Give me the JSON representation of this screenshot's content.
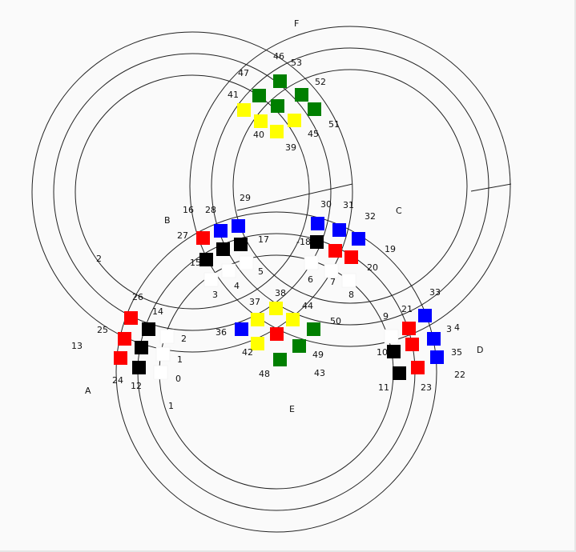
{
  "colors": {
    "red": "#ff0000",
    "blue": "#0000ff",
    "black": "#000000",
    "white": "#ffffff",
    "yellow": "#ffff00",
    "green": "#007f00"
  },
  "regions": [
    {
      "id": "F",
      "text": "F"
    },
    {
      "id": "B",
      "text": "B"
    },
    {
      "id": "C",
      "text": "C"
    },
    {
      "id": "A",
      "text": "A"
    },
    {
      "id": "D",
      "text": "D"
    },
    {
      "id": "E",
      "text": "E"
    }
  ],
  "labels": [
    "46",
    "53",
    "47",
    "52",
    "41",
    "51",
    "40",
    "45",
    "39",
    "29",
    "30",
    "31",
    "32",
    "16",
    "28",
    "27",
    "17",
    "-18",
    "15",
    "19",
    "20",
    "5",
    "6",
    "7",
    "8",
    "3",
    "2",
    "4",
    "26",
    "14",
    "25",
    "2",
    "13",
    "1",
    "24",
    "12",
    "0",
    "1",
    "37",
    "38",
    "44",
    "36",
    "50",
    "42",
    "49",
    "48",
    "43",
    "33",
    "21",
    "9",
    "3",
    "4",
    "10",
    "35",
    "22",
    "11",
    "23"
  ],
  "tiles": [
    "green",
    "green",
    "green",
    "green",
    "green",
    "yellow",
    "yellow",
    "yellow",
    "yellow",
    "red",
    "red",
    "red",
    "blue",
    "blue",
    "blue",
    "black",
    "black",
    "black",
    "white",
    "white",
    "white",
    "white",
    "blue",
    "blue",
    "blue",
    "red",
    "red",
    "black",
    "white",
    "white",
    "white",
    "red",
    "red",
    "red",
    "black",
    "black",
    "black",
    "white",
    "white",
    "white",
    "yellow",
    "yellow",
    "yellow",
    "yellow",
    "blue",
    "green",
    "green",
    "green",
    "blue",
    "blue",
    "blue",
    "red",
    "red",
    "red",
    "black",
    "black"
  ]
}
